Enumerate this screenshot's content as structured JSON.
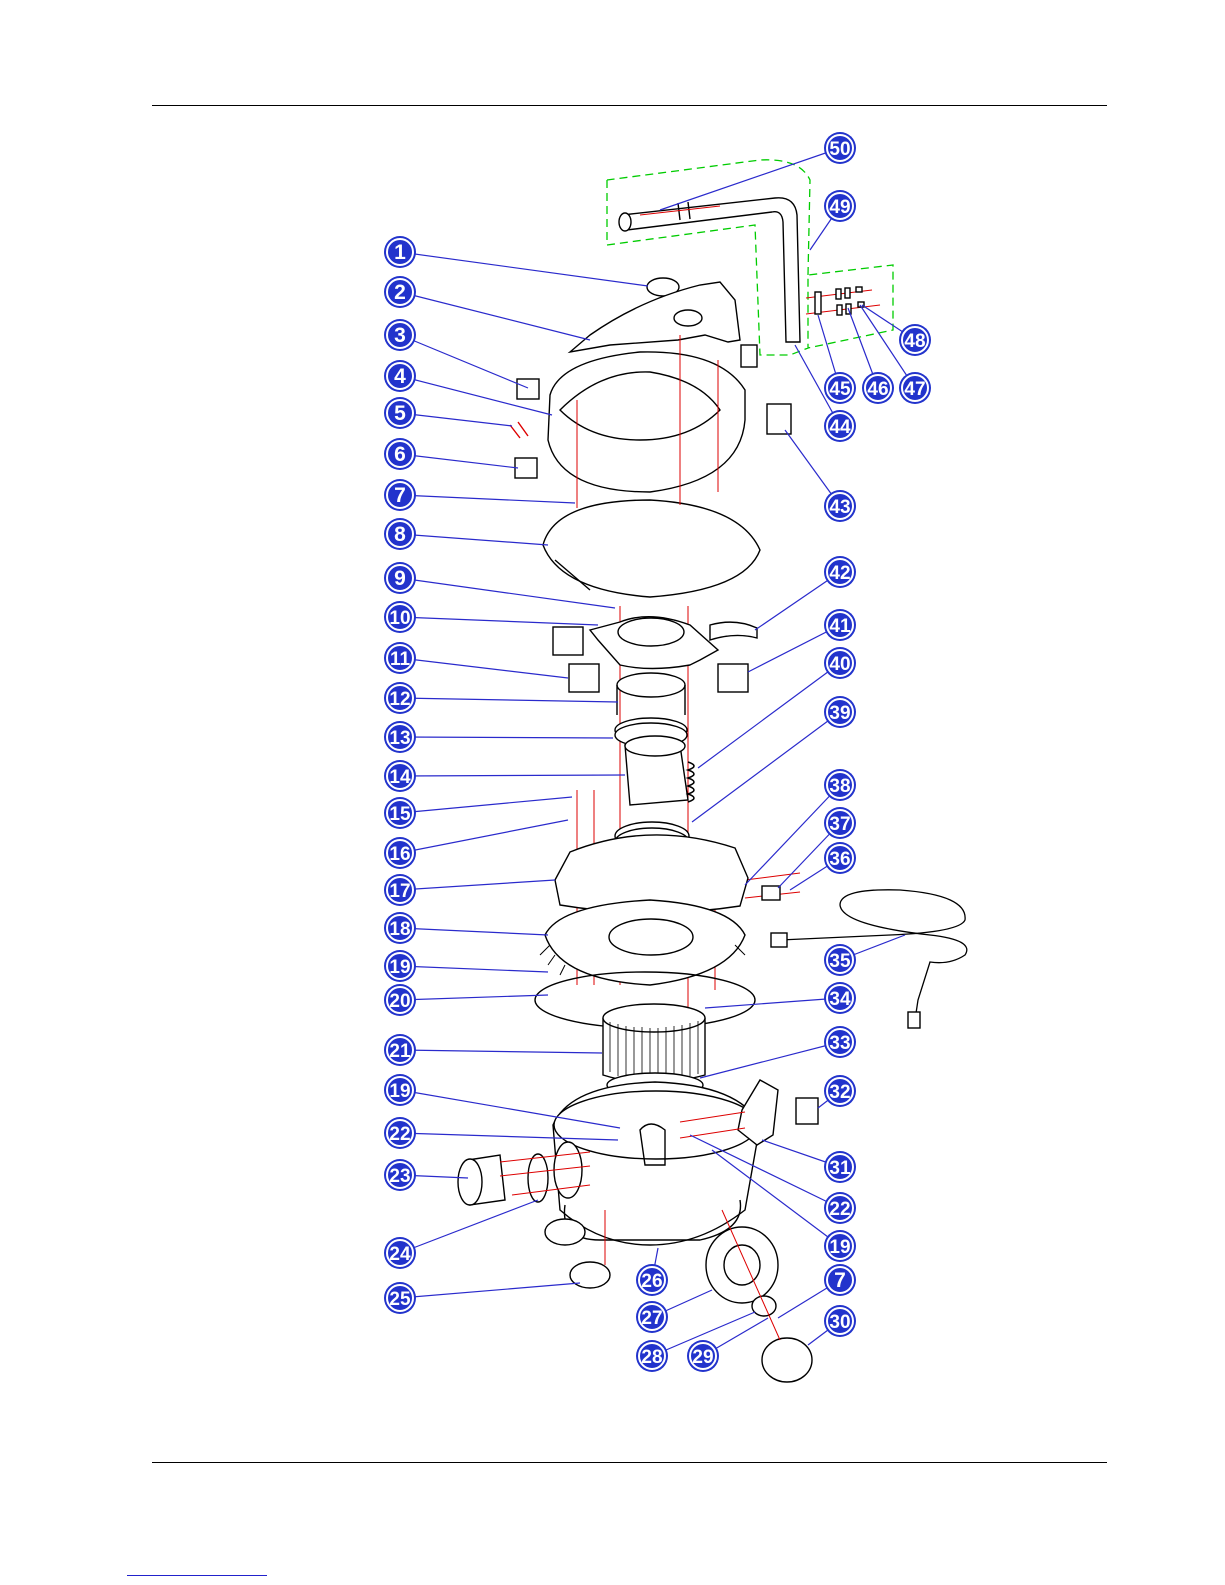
{
  "labels": [
    {
      "id": "1",
      "text": "1"
    },
    {
      "id": "2",
      "text": "2"
    },
    {
      "id": "3",
      "text": "3"
    },
    {
      "id": "4",
      "text": "4"
    },
    {
      "id": "5",
      "text": "5"
    },
    {
      "id": "6",
      "text": "6"
    },
    {
      "id": "7a",
      "text": "7"
    },
    {
      "id": "8",
      "text": "8"
    },
    {
      "id": "9",
      "text": "9"
    },
    {
      "id": "10",
      "text": "10"
    },
    {
      "id": "11",
      "text": "11"
    },
    {
      "id": "12",
      "text": "12"
    },
    {
      "id": "13",
      "text": "13"
    },
    {
      "id": "14",
      "text": "14"
    },
    {
      "id": "15",
      "text": "15"
    },
    {
      "id": "16",
      "text": "16"
    },
    {
      "id": "17",
      "text": "17"
    },
    {
      "id": "18",
      "text": "18"
    },
    {
      "id": "19a",
      "text": "19"
    },
    {
      "id": "20",
      "text": "20"
    },
    {
      "id": "21",
      "text": "21"
    },
    {
      "id": "19b",
      "text": "19"
    },
    {
      "id": "22a",
      "text": "22"
    },
    {
      "id": "23",
      "text": "23"
    },
    {
      "id": "24",
      "text": "24"
    },
    {
      "id": "25",
      "text": "25"
    },
    {
      "id": "26",
      "text": "26"
    },
    {
      "id": "27",
      "text": "27"
    },
    {
      "id": "28",
      "text": "28"
    },
    {
      "id": "29",
      "text": "29"
    },
    {
      "id": "7b",
      "text": "7"
    },
    {
      "id": "30",
      "text": "30"
    },
    {
      "id": "19c",
      "text": "19"
    },
    {
      "id": "22b",
      "text": "22"
    },
    {
      "id": "31",
      "text": "31"
    },
    {
      "id": "32",
      "text": "32"
    },
    {
      "id": "33",
      "text": "33"
    },
    {
      "id": "34",
      "text": "34"
    },
    {
      "id": "35",
      "text": "35"
    },
    {
      "id": "36",
      "text": "36"
    },
    {
      "id": "37",
      "text": "37"
    },
    {
      "id": "38",
      "text": "38"
    },
    {
      "id": "39",
      "text": "39"
    },
    {
      "id": "40",
      "text": "40"
    },
    {
      "id": "41",
      "text": "41"
    },
    {
      "id": "42",
      "text": "42"
    },
    {
      "id": "43",
      "text": "43"
    },
    {
      "id": "44",
      "text": "44"
    },
    {
      "id": "45",
      "text": "45"
    },
    {
      "id": "46",
      "text": "46"
    },
    {
      "id": "47",
      "text": "47"
    },
    {
      "id": "48",
      "text": "48"
    },
    {
      "id": "49",
      "text": "49"
    },
    {
      "id": "50",
      "text": "50"
    }
  ],
  "colors": {
    "callout_fill": "#2233cc",
    "callout_ring": "#ffffff",
    "leader": "#2a2acc",
    "part_line": "#000000",
    "center_line": "#dd0000",
    "group_outline": "#00cc00"
  }
}
